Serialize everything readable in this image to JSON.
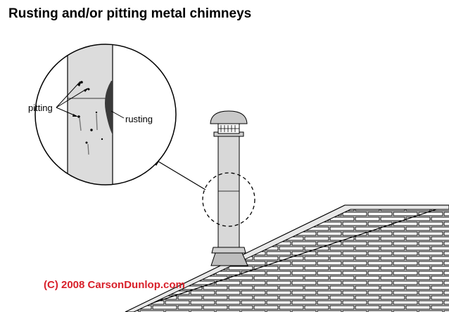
{
  "title": "Rusting and/or pitting metal chimneys",
  "labels": {
    "pitting": "pitting",
    "rusting": "rusting"
  },
  "copyright": "(C) 2008 CarsonDunlop.com",
  "colors": {
    "copyright_text": "#d8202a",
    "pipe_fill": "#dcdcdc",
    "rust": "#3a3a3a",
    "brick_fill": "#ffffff",
    "line": "#000000"
  }
}
